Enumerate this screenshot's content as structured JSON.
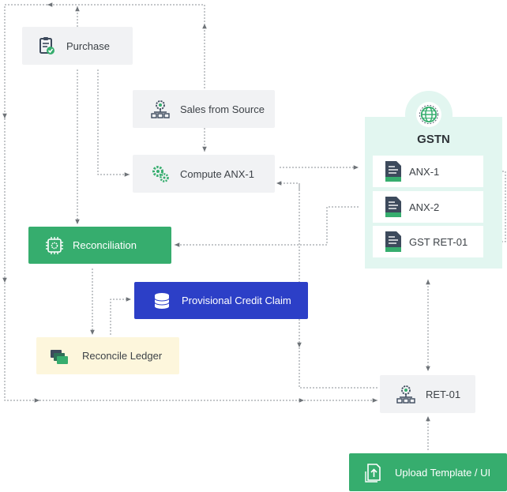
{
  "nodes": {
    "purchase": {
      "label": "Purchase",
      "icon": "clipboard-check-icon"
    },
    "sales_from_source": {
      "label": "Sales from Source",
      "icon": "gear-network-icon"
    },
    "compute_anx1": {
      "label": "Compute ANX-1",
      "icon": "gears-icon"
    },
    "reconciliation": {
      "label": "Reconciliation",
      "icon": "processor-gear-icon"
    },
    "provisional_credit_claim": {
      "label": "Provisional Credit Claim",
      "icon": "coin-stack-icon"
    },
    "reconcile_ledger": {
      "label": "Reconcile Ledger",
      "icon": "stacked-cards-icon"
    },
    "ret01": {
      "label": "RET-01",
      "icon": "gear-network-icon"
    },
    "upload_template": {
      "label": "Upload Template / UI",
      "icon": "upload-file-icon"
    }
  },
  "gstn": {
    "title": "GSTN",
    "icon": "globe-icon",
    "documents": [
      {
        "label": "ANX-1",
        "icon": "document-icon"
      },
      {
        "label": "ANX-2",
        "icon": "document-icon"
      },
      {
        "label": "GST RET-01",
        "icon": "document-icon"
      }
    ]
  },
  "colors": {
    "green": "#36ad6e",
    "blue": "#2c3fc7",
    "grey": "#f1f2f4",
    "cream": "#fdf6dc",
    "mint": "#e2f6f0",
    "connector": "#8a8f94",
    "icon_dark": "#3d4a5c"
  }
}
